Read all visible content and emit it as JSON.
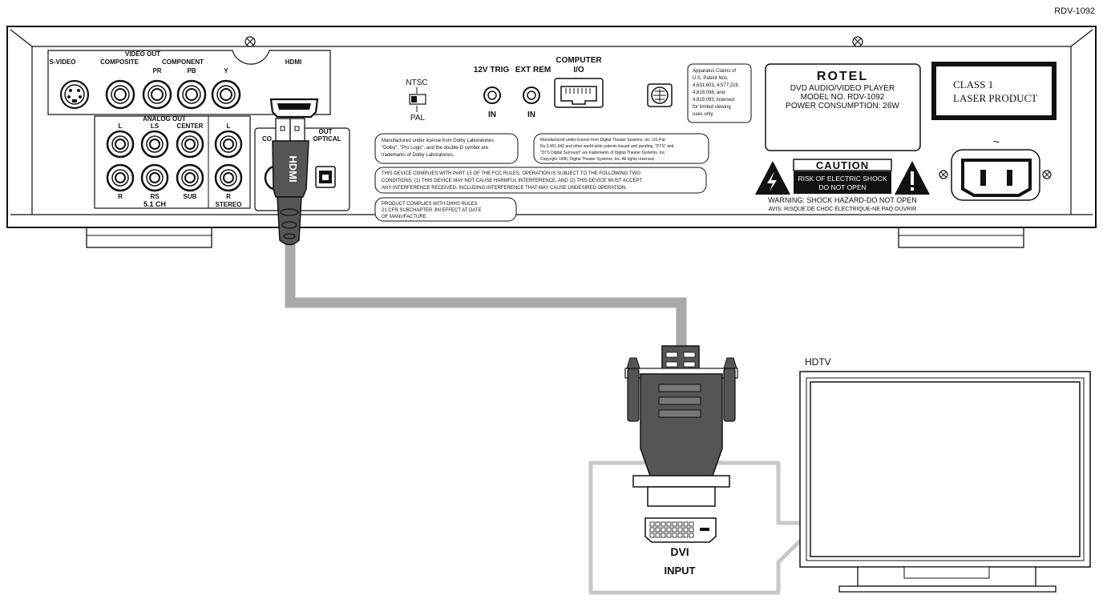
{
  "model_tag": "RDV-1092",
  "video_out": {
    "group_label": "VIDEO OUT",
    "svideo": "S-VIDEO",
    "composite": "COMPOSITE",
    "component": "COMPONENT",
    "pr": "PR",
    "pb": "PB",
    "y": "Y",
    "hdmi": "HDMI"
  },
  "analog_out": {
    "group_label": "ANALOG OUT",
    "l": "L",
    "ls": "LS",
    "center": "CENTER",
    "r": "R",
    "rs": "RS",
    "sub": "SUB",
    "ch51": "5.1 CH",
    "stereo_l": "L",
    "stereo_r": "R",
    "stereo": "STEREO"
  },
  "digital_out": {
    "frag_left": "CO",
    "frag_out": "OUT",
    "optical": "OPTICAL"
  },
  "hdmi_plug_logo": "HDMI",
  "switch": {
    "ntsc": "NTSC",
    "pal": "PAL"
  },
  "trig": {
    "label": "12V TRIG",
    "in": "IN"
  },
  "ext_rem": {
    "label": "EXT REM",
    "in": "IN"
  },
  "computer": {
    "line1": "COMPUTER",
    "line2": "I/O"
  },
  "patent_notice": [
    "Apparatus Claims of",
    "U.S. Patent Nos.",
    "4,631,603, 4,577,216,",
    "4,819,098, and",
    "4,819,093, licensed",
    "for limited viewing",
    "uses only."
  ],
  "rating_label": {
    "brand": "ROTEL",
    "line1": "DVD AUDIO/VIDEO PLAYER",
    "line2": "MODEL NO. RDV-1092",
    "line3": "POWER CONSUMPTION: 26W"
  },
  "laser_label": {
    "line1": "CLASS 1",
    "line2": "LASER PRODUCT"
  },
  "dolby_notice": [
    "Manufactured under license from Dolby Laboratories.",
    "\"Dolby\", \"Pro Logic\", and the double-D symbol are",
    "trademarks of Dolby Laboratories."
  ],
  "dts_notice": [
    "Manufactured under license from Digital Theater Systems, Inc. US Pat.",
    "No.5,451,942 and other world-wide patents issued and pending. \"DTS\" and",
    "\"DTS Digital Surround\" are trademarks of Digital Theater Systems, Inc.",
    "Copyright 1996, Digital Theater Systems, Inc. All rights reserved."
  ],
  "fcc_notice": [
    "THIS DEVICE COMPLIES WITH PART 15 OF THE FCC RULES. OPERATION IS SUBJECT TO THE FOLLOWING TWO",
    "CONDITIONS: (1) THIS DEVICE MAY NOT CAUSE HARMFUL INTERFERENCE, AND (2) THIS DEVICE MUST ACCEPT",
    "ANY INTERFERENCE RECEIVED, INCLUDING INTERFERENCE THAT MAY CAUSE UNDESIRED OPERATION."
  ],
  "dhhs_notice": [
    "PRODUCT COMPLIES WITH DHHS RULES",
    "21 CFR SUBCHAPTER JIN EFFECT AT DATE",
    "OF MANUFACTURE."
  ],
  "caution": {
    "title": "CAUTION",
    "line1": "RISK OF ELECTRIC SHOCK",
    "line2": "DO NOT OPEN",
    "warning": "WARNING: SHOCK HAZARD-DO NOT OPEN",
    "avis": "AVIS: RISQUE DE CHOC ÉLECTRIQUE-NE PAQ OUVRIR"
  },
  "ac_symbol": "~",
  "hdtv_label": "HDTV",
  "dvi": {
    "line1": "DVI",
    "line2": "INPUT"
  },
  "colors": {
    "cable": "#a9a9a9",
    "connector": "#555555",
    "line": "#111111",
    "callout": "#c8c8c8",
    "label_black": "#111111"
  }
}
